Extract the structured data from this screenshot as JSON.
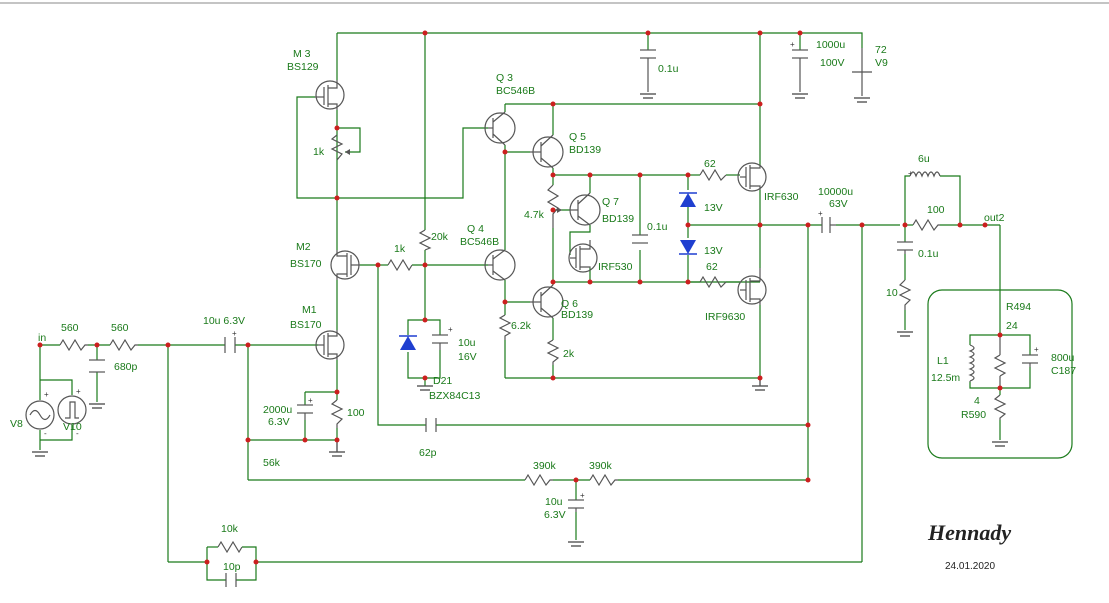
{
  "transistors": {
    "m3": {
      "name": "M 3",
      "type": "BS129"
    },
    "m2": {
      "name": "M2",
      "type": "BS170"
    },
    "m1": {
      "name": "M1",
      "type": "BS170"
    },
    "q3": {
      "name": "Q 3",
      "type": "BC546B"
    },
    "q4": {
      "name": "Q 4",
      "type": "BC546B"
    },
    "q5": {
      "name": "Q 5",
      "type": "BD139"
    },
    "q6": {
      "name": "Q 6",
      "type": "BD139"
    },
    "q7": {
      "name": "Q 7",
      "type": "BD139"
    },
    "irf530": {
      "type": "IRF530"
    },
    "irf630": {
      "type": "IRF630"
    },
    "irf9630": {
      "type": "IRF9630"
    }
  },
  "resistors": {
    "r_in1": "560",
    "r_in2": "560",
    "r_m3": "1k",
    "r_20k": "20k",
    "r_gate": "1k",
    "r_pot": "4.7k",
    "r_62top": "62",
    "r_62bot": "62",
    "r_6k2": "6.2k",
    "r_2k": "2k",
    "r_100src": "100",
    "r_56k": "56k",
    "r_390a": "390k",
    "r_390b": "390k",
    "r_10k": "10k",
    "r_out100": "100",
    "r_10": "10"
  },
  "capacitors": {
    "c_680p": "680p",
    "c_10u63": "10u 6.3V",
    "c_01top": "0.1u",
    "c_1000u": "1000u",
    "c_100v": "100V",
    "c_01mid": "0.1u",
    "c_10u": "10u",
    "c_16v": "16V",
    "c_2000u": "2000u",
    "c_2000u_v": "6.3V",
    "c_62p": "62p",
    "c_10u_fb": "10u",
    "c_10u_fb_v": "6.3V",
    "c_10p": "10p",
    "c_10000u": "10000u",
    "c_10000u_v": "63V",
    "c_01out": "0.1u",
    "c_800u": "800u"
  },
  "diodes": {
    "d21": "D21",
    "d21_type": "BZX84C13",
    "z_top": "13V",
    "z_bot": "13V"
  },
  "sources": {
    "supply": "72",
    "supply_name": "V9",
    "v8": "V8",
    "v10": "V10"
  },
  "output": {
    "inductor": "6u",
    "node": "out2"
  },
  "load": {
    "r494": "R494",
    "r494_val": "24",
    "l1": "L1",
    "l1_val": "12.5m",
    "c187_val": "800u",
    "c187": "C187",
    "r590_val": "4",
    "r590": "R590"
  },
  "input_label": "in",
  "signature": "Hennady",
  "date": "24.01.2020"
}
